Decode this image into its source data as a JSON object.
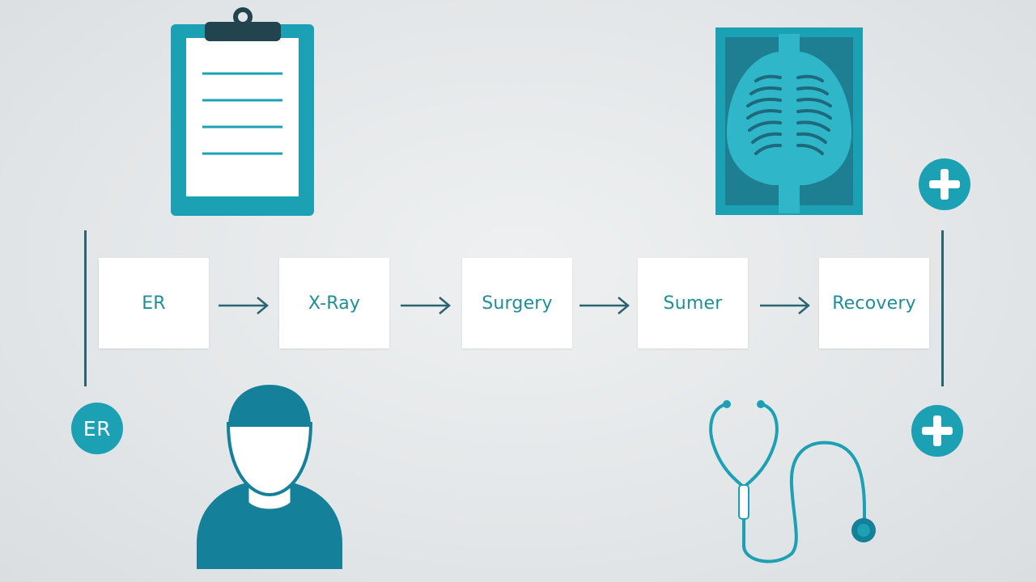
{
  "colors": {
    "background": "#e3e6e8",
    "accent": "#1ba0b4",
    "accent_dark": "#15809a",
    "text": "#1f8e96",
    "line": "#2a6470"
  },
  "flow": {
    "steps": [
      {
        "label": "ER"
      },
      {
        "label": "X-Ray"
      },
      {
        "label": "Surgery"
      },
      {
        "label": "Sumer"
      },
      {
        "label": "Recovery"
      }
    ]
  },
  "badges": {
    "er_label": "ER"
  },
  "icons": {
    "clipboard": "clipboard-icon",
    "xray": "lungs-xray-icon",
    "surgeon": "surgeon-avatar-icon",
    "stethoscope": "stethoscope-icon",
    "plus": "plus-circle-icon"
  }
}
